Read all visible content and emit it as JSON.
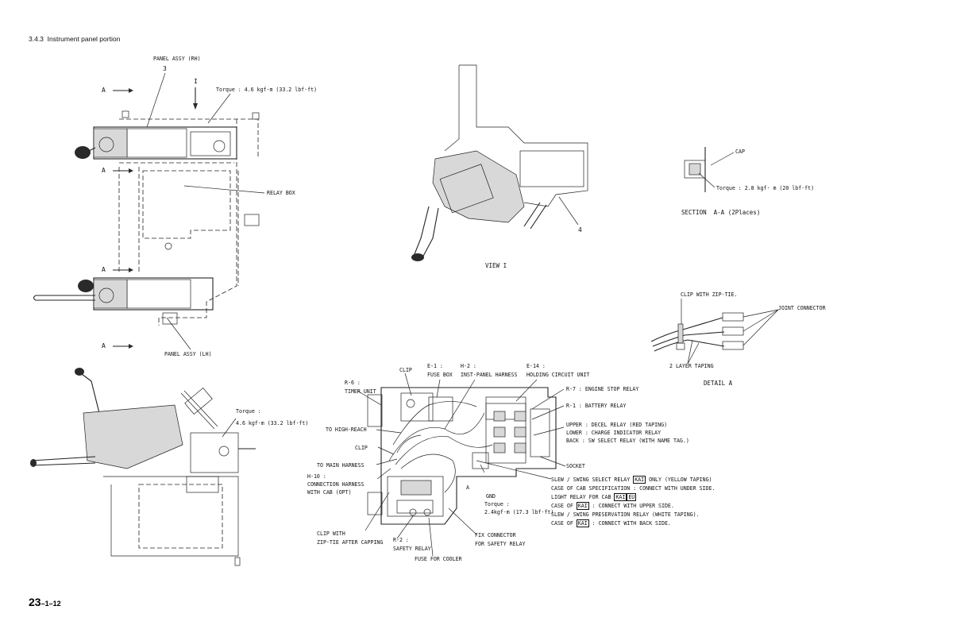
{
  "section_heading": "3.4.3  Instrument panel portion",
  "page_number": {
    "main": "23",
    "sub": "–1–12"
  },
  "panel_view": {
    "panel_assy_rh": "PANEL ASSY (RH)",
    "item_3": "3",
    "view_marker": "I",
    "torque": "Torque : 4.6 kgf·m (33.2 lbf·ft)",
    "section_marks": [
      "A",
      "A",
      "A",
      "A"
    ],
    "relay_box": "RELAY BOX",
    "panel_assy_lh": "PANEL ASSY (LH)"
  },
  "view_i": {
    "title": "VIEW I",
    "item_4": "4"
  },
  "section_aa": {
    "cap": "CAP",
    "torque": "Torque : 2.8 kgf· m (20 lbf·ft)",
    "title": "SECTION  A-A (2Places)"
  },
  "detail_a": {
    "clip_zip_tie": "CLIP WITH ZIP-TIE.",
    "joint_connector": "JOINT CONNECTOR",
    "two_layer_taping": "2 LAYER TAPING",
    "title": "DETAIL A"
  },
  "lower_left": {
    "torque_line1": "Torque :",
    "torque_line2": "4.6 kgf·m (33.2 lbf·ft)"
  },
  "relay_box_detail": {
    "clip_top": "CLIP",
    "e1_code": "E-1 :",
    "e1_name": "FUSE BOX",
    "h2_code": "H-2 :",
    "h2_name": "INST-PANEL HARNESS",
    "e14_code": "E-14 :",
    "e14_name": "HOLDING CIRCUIT UNIT",
    "r6_code": "R-6 :",
    "r6_name": "TIMER UNIT",
    "r7": "R-7 : ENGINE STOP RELAY",
    "r1": "R-1 : BATTERY RELAY",
    "upper": "UPPER : DECEL RELAY (RED TAPING)",
    "lower": "LOWER : CHARGE INDICATOR RELAY",
    "back": "BACK : SW SELECT RELAY (WITH NAME TAG.)",
    "to_high_reach": "TO HIGH-REACH",
    "clip_mid": "CLIP",
    "to_main_harness": "TO MAIN HARNESS",
    "socket": "SOCKET",
    "h10_code": "H-10 :",
    "h10_line1": "CONNECTION HARNESS",
    "h10_line2": "WITH CAB (OPT)",
    "mark_a": "A",
    "gnd": "GND",
    "gnd_torque": "Torque :",
    "gnd_torque_value": "2.4kgf·m (17.3 lbf·ft)",
    "slew_line1_pre": "SLEW / SWING SELECT RELAY ",
    "kai": "KAI",
    "eu": "EU",
    "slew_line1_post": " ONLY (YELLOW TAPING)",
    "slew_line2": "CASE OF CAB SPECIFICATION : CONNECT WITH UNDER SIDE.",
    "slew_line3_pre": "LIGHT RELAY FOR CAB ",
    "slew_line4_pre": "CASE OF ",
    "slew_line4_post": " : CONNECT WITH UPPER SIDE.",
    "slew_line5": "SLEW / SWING PRESERVATION RELAY (WHITE TAPING).",
    "slew_line6_pre": "CASE OF ",
    "slew_line6_post": " : CONNECT WITH BACK SIDE.",
    "clip_with": "CLIP WITH",
    "zip_tie_after_capping": "ZIP-TIE AFTER CAPPING",
    "r2_code": "R-2 :",
    "r2_name": "SAFETY RELAY",
    "fuse_for_cooler": "FUSE FOR COOLER",
    "fix_connector_1": "FIX CONNECTOR",
    "fix_connector_2": "FOR SAFETY RELAY"
  }
}
